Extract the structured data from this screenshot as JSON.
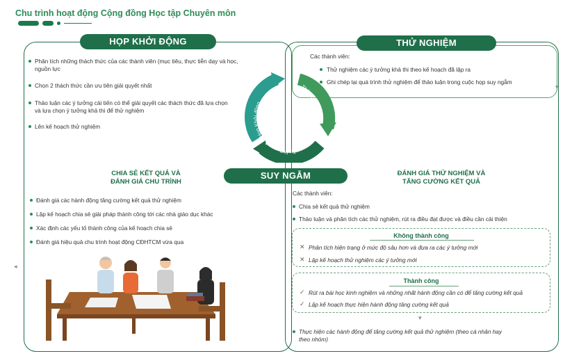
{
  "title": "Chu trình hoạt động Cộng đồng Học tập Chuyên môn",
  "pills": {
    "start": "HỌP KHỞI ĐỘNG",
    "test": "THỬ NGHIỆM",
    "reflect": "SUY NGẪM"
  },
  "cycle": {
    "start": "Họp Khởi động",
    "test": "Thử nghiệm",
    "reflect": "Suy ngẫm"
  },
  "kickoff": {
    "items": [
      "Phân tích những thách thức của các thành viên (mục tiêu, thực tiễn dạy và học,",
      "nguồn lực",
      "Chọn 2 thách thức cần ưu tiên giải quyết nhất",
      "Thảo luận các ý tưởng cải tiến có thể giải quyết các thách thức đã lựa chọn",
      "và lựa chọn ý tưởng khả thi để thử nghiệm",
      "Lên kế hoạch thử nghiệm"
    ]
  },
  "testing": {
    "intro": "Các thành viên:",
    "items": [
      "Thử nghiệm các ý tưởng khả thi theo kế hoạch đã lập ra",
      "Ghi chép lại quá trình thử nghiệm để thảo luận trong cuộc họp suy ngẫm"
    ]
  },
  "share": {
    "heading_line1": "CHIA SẺ KẾT QUẢ VÀ",
    "heading_line2": "ĐÁNH GIÁ CHU TRÌNH",
    "items": [
      "Đánh giá các hành động tăng cường kết quả thử nghiệm",
      "Lập kế hoạch chia sẻ giải pháp thành công tới các nhà giáo dục khác",
      "Xác định các yếu tố thành công của kế hoạch chia sẻ",
      "Đánh giá hiệu quả chu trình hoạt động CĐHTCM vừa qua"
    ]
  },
  "evaluate": {
    "heading_line1": "ĐÁNH GIÁ THỬ NGHIỆM VÀ",
    "heading_line2": "TĂNG CƯỜNG KẾT QUẢ",
    "intro": "Các thành viên:",
    "items": [
      "Chia sẻ kết quả thử nghiệm",
      "Thảo luận và phân tích các thử nghiệm, rút ra điều đạt được và điều cần cải thiện"
    ],
    "fail_title": "Không thành công",
    "fail_items": [
      "Phân tích hiện trạng ở mức độ sâu hơn và đưa ra các ý tưởng mới",
      "Lập kế hoạch thử nghiệm các ý tưởng mới"
    ],
    "success_title": "Thành công",
    "success_items": [
      "Rút ra bài học kinh nghiệm và những nhất hành động cần có để tăng cường kết quả",
      "Lập kế hoạch thực hiện hành động tăng cường kết quả"
    ],
    "final_line1": "Thực hiện các hành động để tăng cường kết quả thử nghiệm (theo cá nhân hay",
    "final_line2": "theo nhóm)"
  },
  "colors": {
    "dark_green": "#1f6f4a",
    "mid_green": "#2e8b57",
    "teal": "#2a9d8f"
  }
}
